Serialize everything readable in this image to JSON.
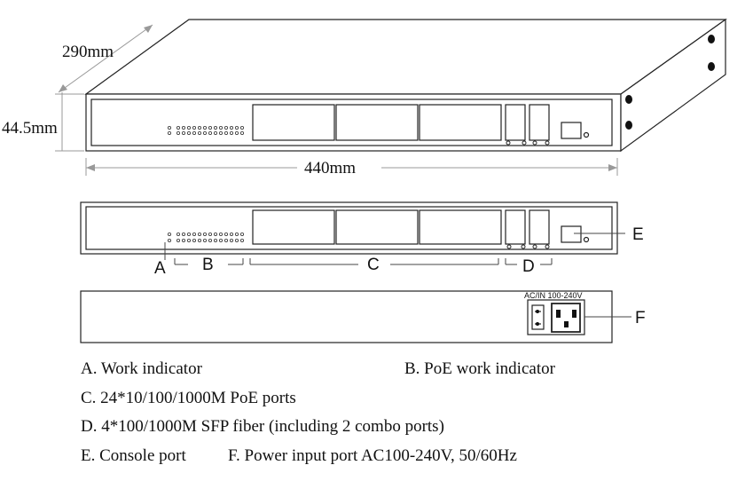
{
  "dimensions": {
    "depth": "290mm",
    "height": "44.5mm",
    "width": "440mm"
  },
  "front_panel_labels": {
    "a": "A",
    "b": "B",
    "c": "C",
    "d": "D",
    "e": "E"
  },
  "rear_panel": {
    "power_rating": "AC/IN 100-240V",
    "f": "F"
  },
  "legend": {
    "a": "A. Work indicator",
    "b": "B. PoE work indicator",
    "c": "C. 24*10/100/1000M PoE ports",
    "d": "D. 4*100/1000M SFP fiber (including 2 combo ports)",
    "e": "E. Console port",
    "f": "F. Power input port AC100-240V, 50/60Hz"
  }
}
